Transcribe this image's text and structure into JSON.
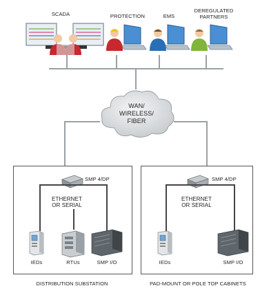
{
  "operators": {
    "scada": "SCADA",
    "protection": "PROTECTION",
    "ems": "EMS",
    "deregulated": "DEREGULATED PARTNERS"
  },
  "cloud": {
    "text": "WAN/ WIRELESS/ FIBER"
  },
  "left_site": {
    "controller": "SMP 4/DP",
    "link": "ETHERNET OR SERIAL",
    "devices": [
      "IEDs",
      "RTUs",
      "SMP I/O"
    ],
    "caption": "DISTRIBUTION SUBSTATION"
  },
  "right_site": {
    "controller": "SMP 4/DP",
    "link": "ETHERNET OR SERIAL",
    "devices": [
      "IEDs",
      "SMP I/O"
    ],
    "caption": "PAD-MOUNT OR POLE TOP CABINETS"
  },
  "colors": {
    "connector": "#9aa0a4",
    "cloud": "#d9dcde",
    "person_red": "#c8282e",
    "person_yellow": "#f0c419",
    "person_blue": "#2a6fb5",
    "person_green": "#7fb539"
  }
}
